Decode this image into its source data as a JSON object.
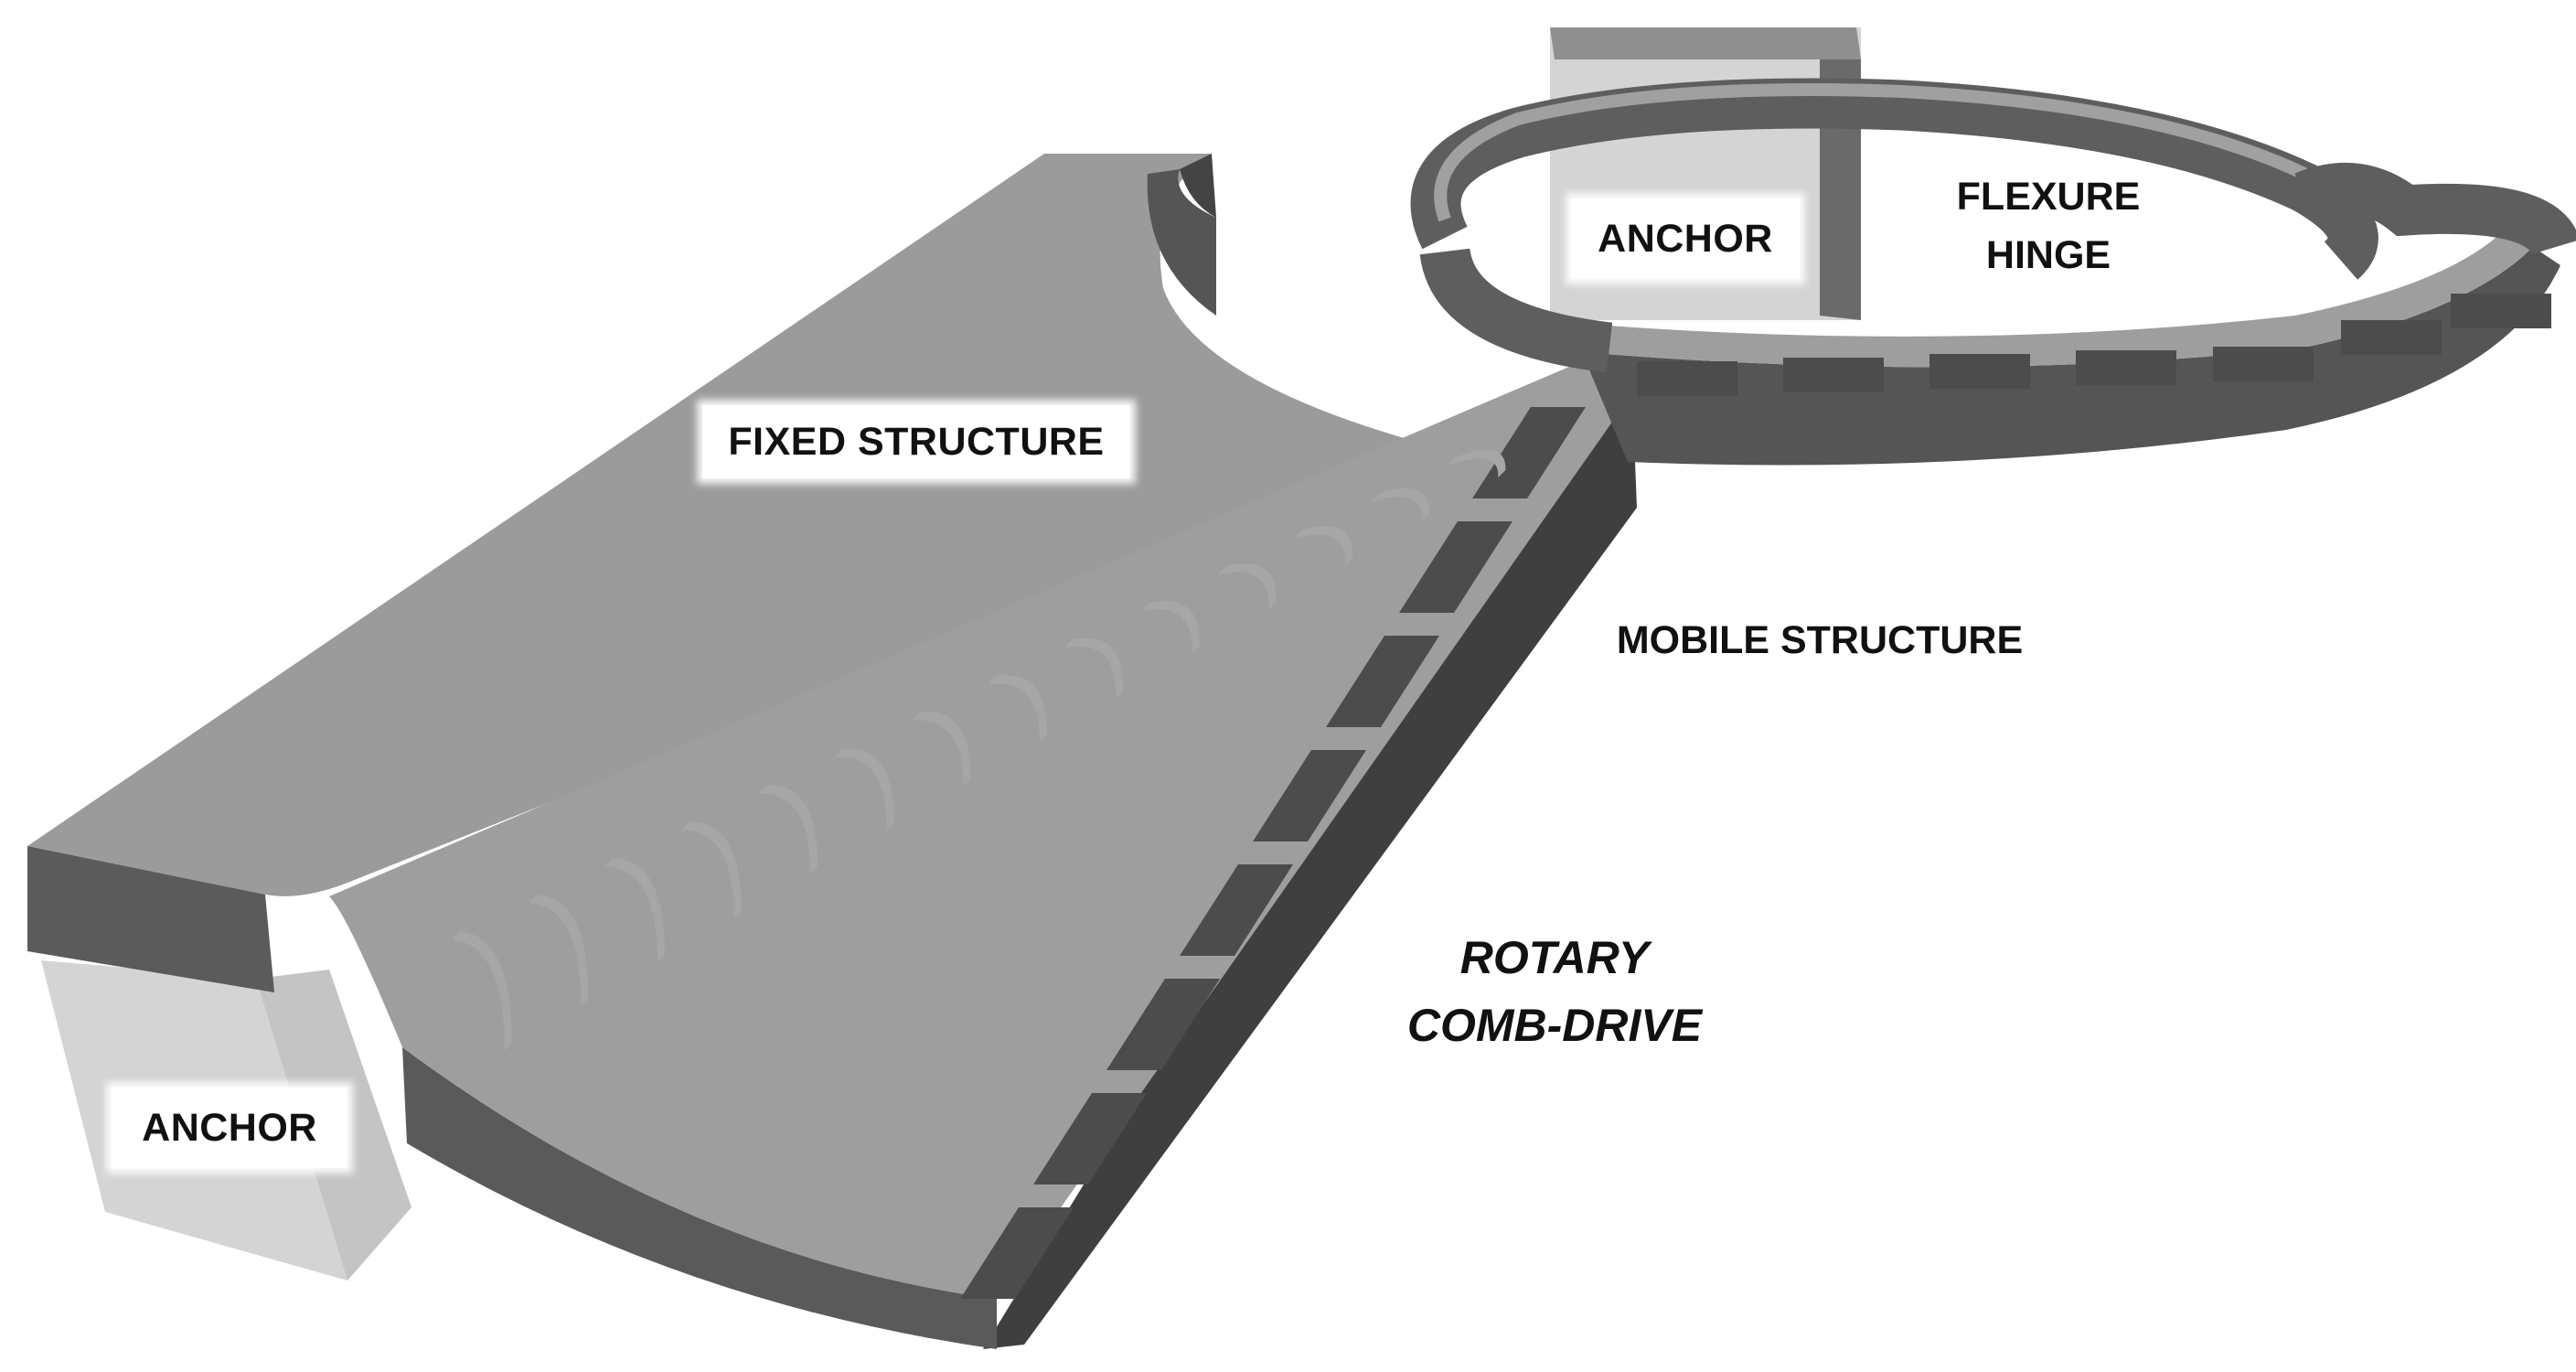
{
  "figure": {
    "labels": {
      "fixed_structure": "FIXED STRUCTURE",
      "anchor_top": "ANCHOR",
      "anchor_bottom": "ANCHOR",
      "flexure_hinge_line1": "FLEXURE",
      "flexure_hinge_line2": "HINGE",
      "mobile_structure": "MOBILE STRUCTURE",
      "rotary_line1": "ROTARY",
      "rotary_line2": "COMB-DRIVE"
    },
    "colors": {
      "top_surface": "#9b9b9b",
      "side_dark": "#4a4a4a",
      "side_mid": "#5e5e5e",
      "side_light": "#6b6b6b",
      "anchor_light": "#d4d4d4",
      "anchor_shadow": "#c4c4c4",
      "background": "#ffffff"
    },
    "comb_finger_count": 14
  }
}
